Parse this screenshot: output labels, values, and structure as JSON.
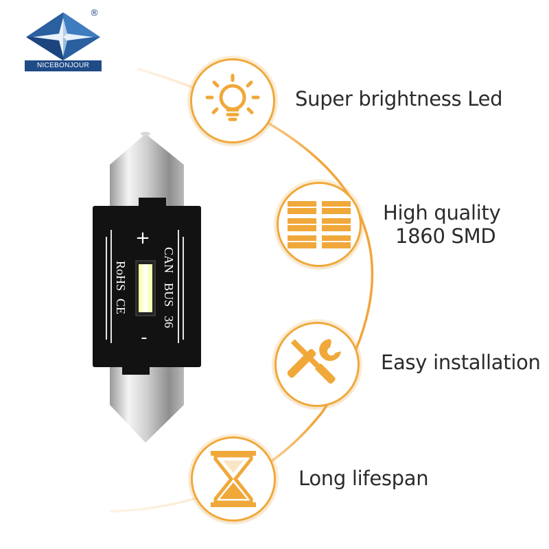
{
  "brand": {
    "name": "NICEBONJOUR",
    "registered_mark": "®"
  },
  "product": {
    "plus_symbol": "+",
    "minus_symbol": "-",
    "printed_text": [
      "CAN",
      "BUS",
      "36"
    ],
    "cert_text": [
      "RoHS",
      "CE"
    ]
  },
  "features": [
    {
      "icon": "lightbulb-icon",
      "label": "Super brightness Led"
    },
    {
      "icon": "smd-chip-grid-icon",
      "label_line1": "High quality",
      "label_line2": "1860 SMD"
    },
    {
      "icon": "wrench-screwdriver-icon",
      "label": "Easy installation"
    },
    {
      "icon": "hourglass-icon",
      "label": "Long lifespan"
    }
  ],
  "colors": {
    "accent": "#f0a83a",
    "accent_dark": "#e8922a",
    "brand_blue": "#1f4b87",
    "housing": "#121212"
  }
}
